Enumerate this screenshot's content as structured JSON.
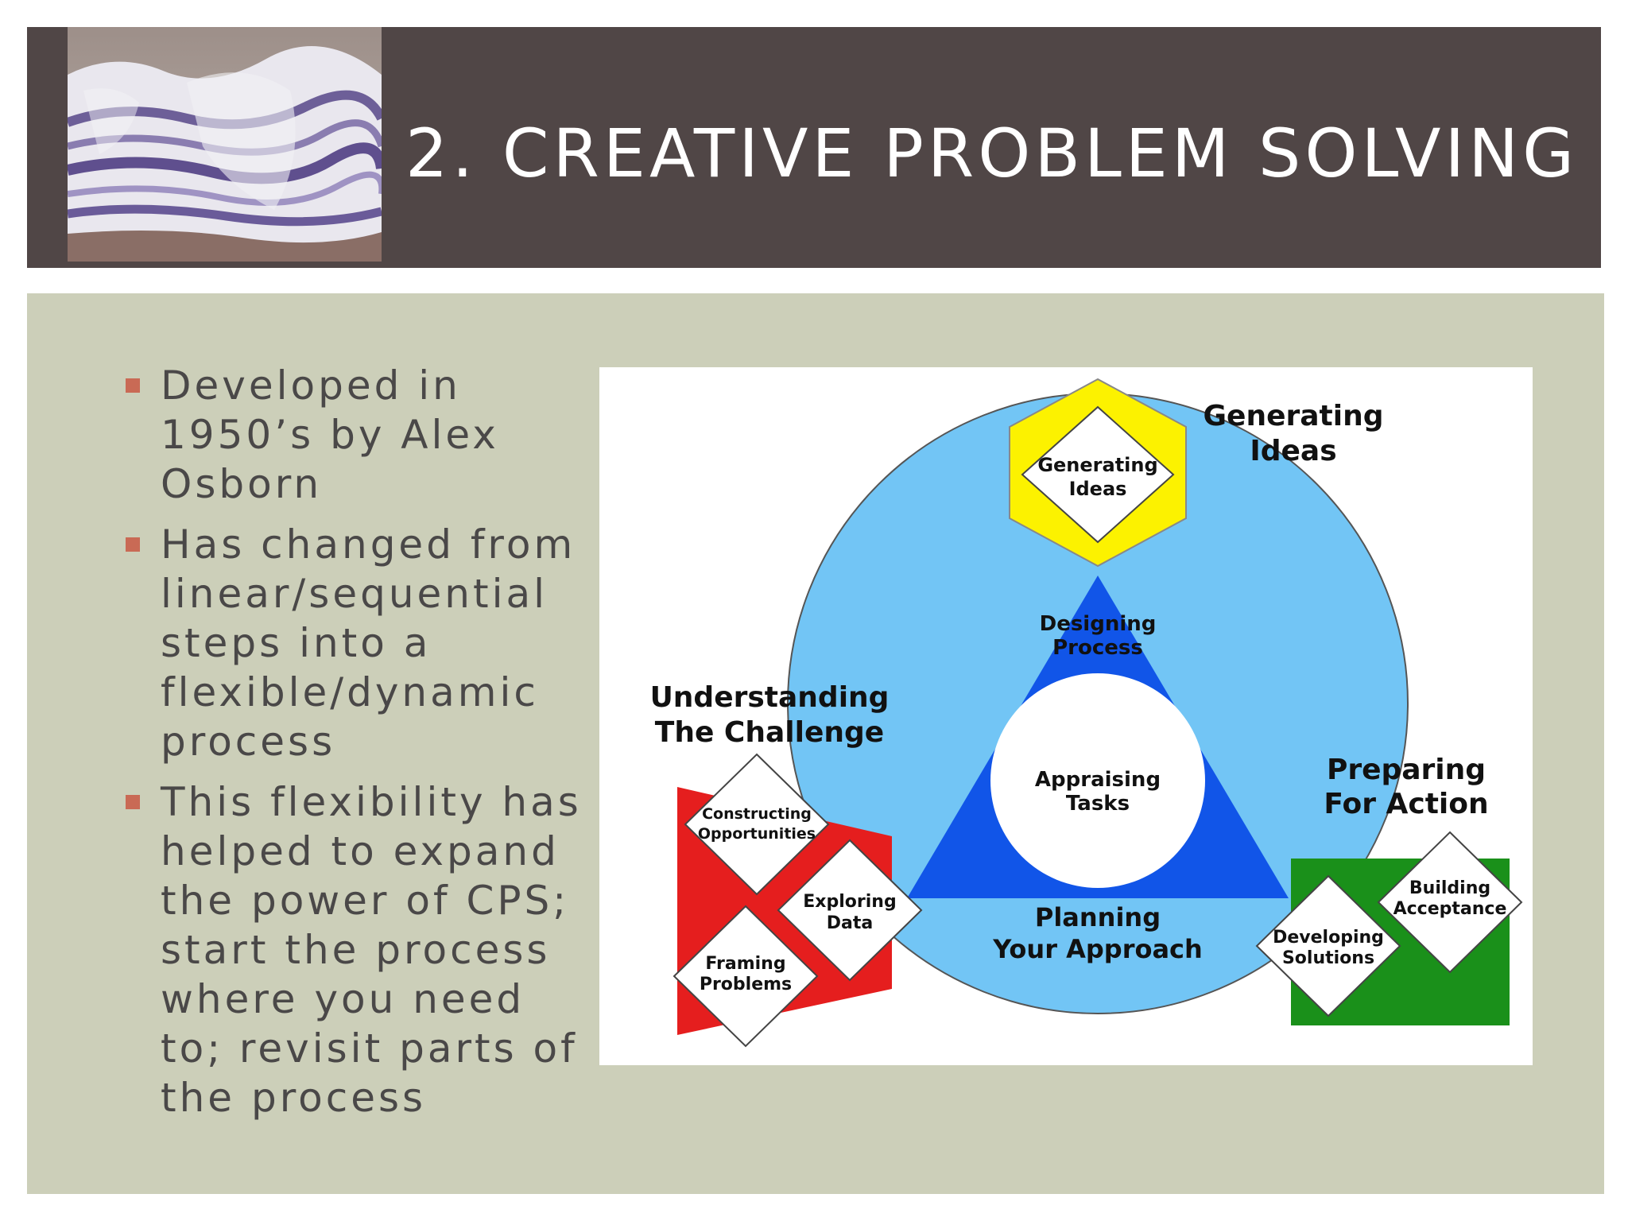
{
  "slide": {
    "title": "2. CREATIVE PROBLEM SOLVING",
    "bullets": [
      "Developed in 1950’s by Alex Osborn",
      "Has changed from linear/sequential steps into a flexible/dynamic process",
      "This flexibility has helped to expand the power of CPS; start the process where you need to; revisit parts of the process"
    ]
  },
  "diagram": {
    "generating_ideas": {
      "heading": [
        "Generating",
        "Ideas"
      ],
      "diamond": [
        "Generating",
        "Ideas"
      ]
    },
    "understanding_challenge": {
      "heading": [
        "Understanding",
        "The Challenge"
      ],
      "diamonds": {
        "constructing": [
          "Constructing",
          "Opportunities"
        ],
        "exploring": [
          "Exploring",
          "Data"
        ],
        "framing": [
          "Framing",
          "Problems"
        ]
      }
    },
    "preparing_action": {
      "heading": [
        "Preparing",
        "For Action"
      ],
      "diamonds": {
        "building": [
          "Building",
          "Acceptance"
        ],
        "developing": [
          "Developing",
          "Solutions"
        ]
      }
    },
    "designing_process": [
      "Designing",
      "Process"
    ],
    "appraising_tasks": [
      "Appraising",
      "Tasks"
    ],
    "planning_approach": [
      "Planning",
      "Your Approach"
    ]
  },
  "colors": {
    "header_bg": "#504646",
    "content_bg": "#cccfb9",
    "bullet_marker": "#c96a55",
    "circle": "#72c5f5",
    "triangle": "#1155e8",
    "hexagon": "#fcf200",
    "understanding": "#e51e1e",
    "preparing": "#1a901a"
  }
}
